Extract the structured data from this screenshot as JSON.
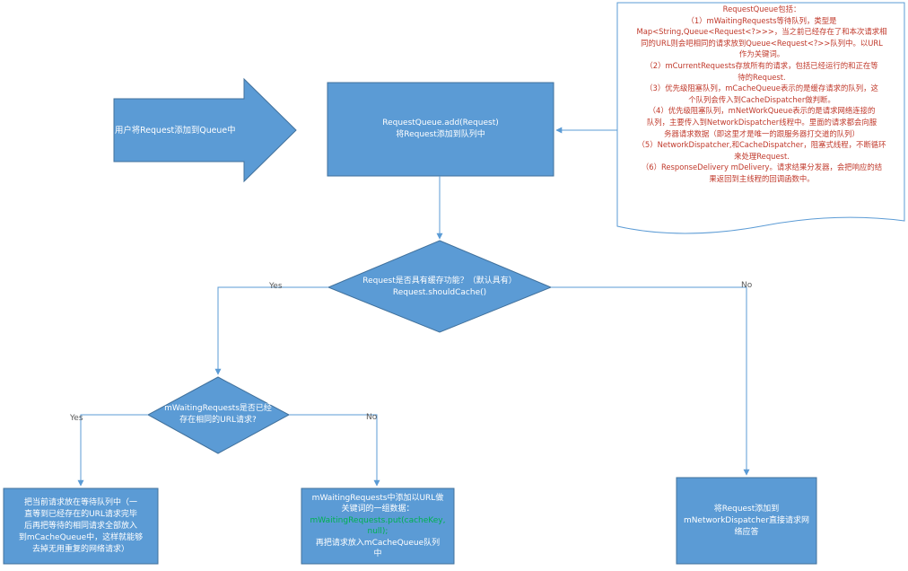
{
  "arrow_label": "用户将Request添加到Queue中",
  "add_box": {
    "line1": "RequestQueue.add(Request)",
    "line2": "将Request添加到队列中"
  },
  "note": {
    "title": "RequestQueue包括：",
    "lines": [
      "（1）mWaitingRequests等待队列，类型是",
      "Map<String,Queue<Request<?>>>，当之前已经存在了和本次请求相",
      "同的URL则会吧相同的请求放到Queue<Request<?>>队列中。以URL",
      "作为关键词。",
      "（2）mCurrentRequests存放所有的请求，包括已经运行的和正在等",
      "待的Request.",
      "（3）优先级阻塞队列，mCacheQueue表示的是缓存请求的队列，这",
      "个队列会传入到CacheDispatcher做判断。",
      "（4）优先级阻塞队列，mNetWorkQueue表示的是请求网络连接的",
      "队列，主要传入到NetworkDispatcher线程中。里面的请求都会向服",
      "务器请求数据（即这里才是唯一的跟服务器打交道的队列）",
      "（5）NetworkDispatcher,和CacheDispatcher，阻塞式线程，不断循环",
      "来处理Request.",
      "（6）ResponseDelivery mDelivery。请求结果分发器，会把响应的结",
      "果返回到主线程的回调函数中。"
    ]
  },
  "decision1": {
    "line1": "Request是否具有缓存功能？（默认具有）",
    "line2": "Request.shouldCache()"
  },
  "decision2": {
    "line1": "mWaitingRequests是否已经",
    "line2": "存在相同的URL请求?"
  },
  "edges": {
    "d1_yes": "Yes",
    "d1_no": "No",
    "d2_yes": "Yes",
    "d2_no": "No"
  },
  "box_left": {
    "lines": [
      "把当前请求放在等待队列中（一",
      "直等到已经存在的URL请求完毕",
      "后再把等待的相同请求全部放入",
      "到mCacheQueue中，这样就能够",
      "去掉无用重复的网络请求）"
    ]
  },
  "box_mid": {
    "line1": "mWaitingRequests中添加以URL做",
    "line2": "关键词的一组数据：",
    "code1": "mWaitingRequests.put(cacheKey,",
    "code2": "null);",
    "line3": "再把请求放入mCacheQueue队列",
    "line4": "中"
  },
  "box_right": {
    "line1": "将Request添加到",
    "line2": "mNetworkDispatcher直接请求网",
    "line3": "络应答"
  },
  "colors": {
    "shape_fill": "#5b9bd5",
    "shape_stroke": "#41719c",
    "connector": "#5b9bd5",
    "note_text": "#c0392b",
    "code_text": "#00b050"
  }
}
